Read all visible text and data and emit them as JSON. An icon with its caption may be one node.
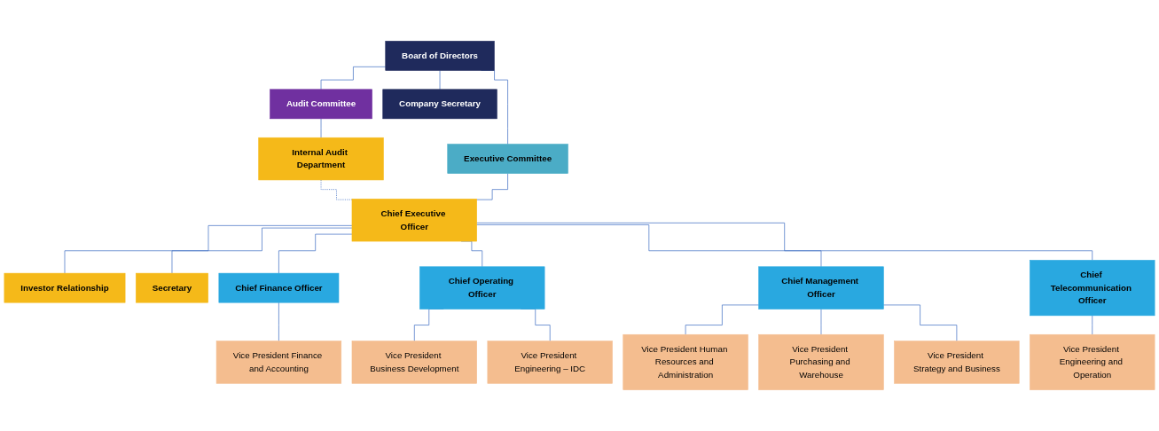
{
  "diagram": {
    "nodes": [
      {
        "text": [
          "Board of Directors"
        ]
      },
      {
        "text": [
          "Audit Committee"
        ]
      },
      {
        "text": [
          "Company Secretary"
        ]
      },
      {
        "text": [
          "Executive Committee"
        ]
      },
      {
        "text": [
          "Internal Audit Department"
        ]
      },
      {
        "text": [
          "Chief Executive Officer"
        ]
      },
      {
        "text": [
          "Investor Relationship"
        ]
      },
      {
        "text": [
          "Secretary"
        ]
      },
      {
        "text": [
          "Chief Finance Officer"
        ]
      },
      {
        "text": [
          "Chief Operating Officer"
        ]
      },
      {
        "text": [
          "Chief Management Officer"
        ]
      },
      {
        "text": [
          "Chief Telecommunication Officer"
        ]
      },
      {
        "text": [
          "Vice President Finance and Accounting"
        ]
      },
      {
        "text": [
          "Vice President Business Development"
        ]
      },
      {
        "text": [
          "Vice President Engineering – IDC"
        ]
      },
      {
        "text": [
          "Vice President Human Resources and Administration"
        ]
      },
      {
        "text": [
          "Vice President Purchasing and Warehouse"
        ]
      },
      {
        "text": [
          "Vice President Strategy and Business"
        ]
      },
      {
        "text": [
          "Vice President Engineering and Operation"
        ]
      }
    ],
    "edges": [
      {
        "from": 0,
        "to": 1,
        "arrow": "none"
      },
      {
        "from": 0,
        "to": 2,
        "arrow": "none"
      },
      {
        "from": 0,
        "to": 3,
        "arrow": "none"
      },
      {
        "from": 1,
        "to": 4,
        "arrow": "none"
      },
      {
        "from": 4,
        "to": 5,
        "arrow": "none",
        "style": "dashed"
      },
      {
        "from": 3,
        "to": 5,
        "arrow": "none"
      },
      {
        "from": 5,
        "to": 6,
        "arrow": "none"
      },
      {
        "from": 5,
        "to": 7,
        "arrow": "none"
      },
      {
        "from": 5,
        "to": 8,
        "arrow": "none"
      },
      {
        "from": 5,
        "to": 9,
        "arrow": "none"
      },
      {
        "from": 5,
        "to": 10,
        "arrow": "none"
      },
      {
        "from": 5,
        "to": 11,
        "arrow": "none"
      },
      {
        "from": 8,
        "to": 12,
        "arrow": "none"
      },
      {
        "from": 9,
        "to": 13,
        "arrow": "none"
      },
      {
        "from": 9,
        "to": 14,
        "arrow": "none"
      },
      {
        "from": 10,
        "to": 15,
        "arrow": "none"
      },
      {
        "from": 10,
        "to": 16,
        "arrow": "none"
      },
      {
        "from": 10,
        "to": 17,
        "arrow": "none"
      },
      {
        "from": 11,
        "to": 18,
        "arrow": "none"
      }
    ]
  }
}
